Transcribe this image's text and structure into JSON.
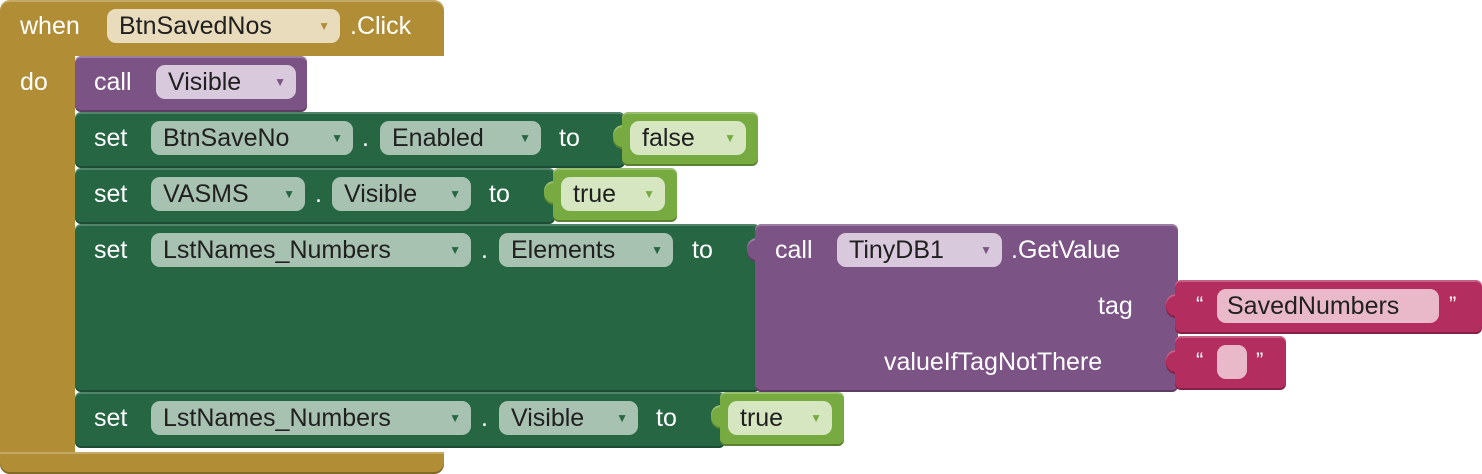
{
  "event": {
    "when_label": "when",
    "component": "BtnSavedNos",
    "event_name": ".Click",
    "do_label": "do"
  },
  "call_visible": {
    "call_label": "call",
    "procedure": "Visible"
  },
  "set1": {
    "set_label": "set",
    "component": "BtnSaveNo",
    "dot": ".",
    "property": "Enabled",
    "to_label": "to",
    "value": "false"
  },
  "set2": {
    "set_label": "set",
    "component": "VASMS",
    "dot": ".",
    "property": "Visible",
    "to_label": "to",
    "value": "true"
  },
  "set3": {
    "set_label": "set",
    "component": "LstNames_Numbers",
    "dot": ".",
    "property": "Elements",
    "to_label": "to",
    "call_label": "call",
    "db_component": "TinyDB1",
    "method": ".GetValue",
    "tag_label": "tag",
    "tag_value": "SavedNumbers",
    "default_label": "valueIfTagNotThere",
    "default_value": "",
    "open_quote": "“",
    "close_quote": "”"
  },
  "set4": {
    "set_label": "set",
    "component": "LstNames_Numbers",
    "dot": ".",
    "property": "Visible",
    "to_label": "to",
    "value": "true"
  },
  "colors": {
    "event": "#b18e35",
    "procedure": "#7c5385",
    "setter": "#266643",
    "logic": "#77ab41",
    "text": "#b32d5e"
  },
  "icons": {
    "dropdown": "▼"
  }
}
